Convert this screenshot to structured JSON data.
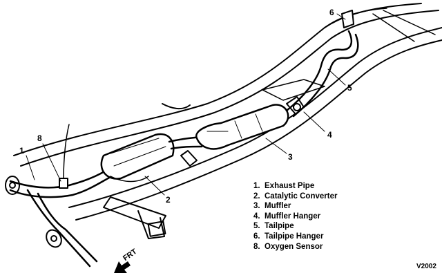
{
  "callouts": {
    "c1": "1",
    "c2": "2",
    "c3": "3",
    "c4": "4",
    "c5": "5",
    "c6": "6",
    "c8": "8"
  },
  "legend": [
    {
      "num": "1.",
      "label": "Exhaust Pipe"
    },
    {
      "num": "2.",
      "label": "Catalytic Converter"
    },
    {
      "num": "3.",
      "label": "Muffler"
    },
    {
      "num": "4.",
      "label": "Muffler Hanger"
    },
    {
      "num": "5.",
      "label": "Tailpipe"
    },
    {
      "num": "6.",
      "label": "Tailpipe Hanger"
    },
    {
      "num": "8.",
      "label": "Oxygen Sensor"
    }
  ],
  "front_label": "FRT",
  "figure_code": "V2002"
}
